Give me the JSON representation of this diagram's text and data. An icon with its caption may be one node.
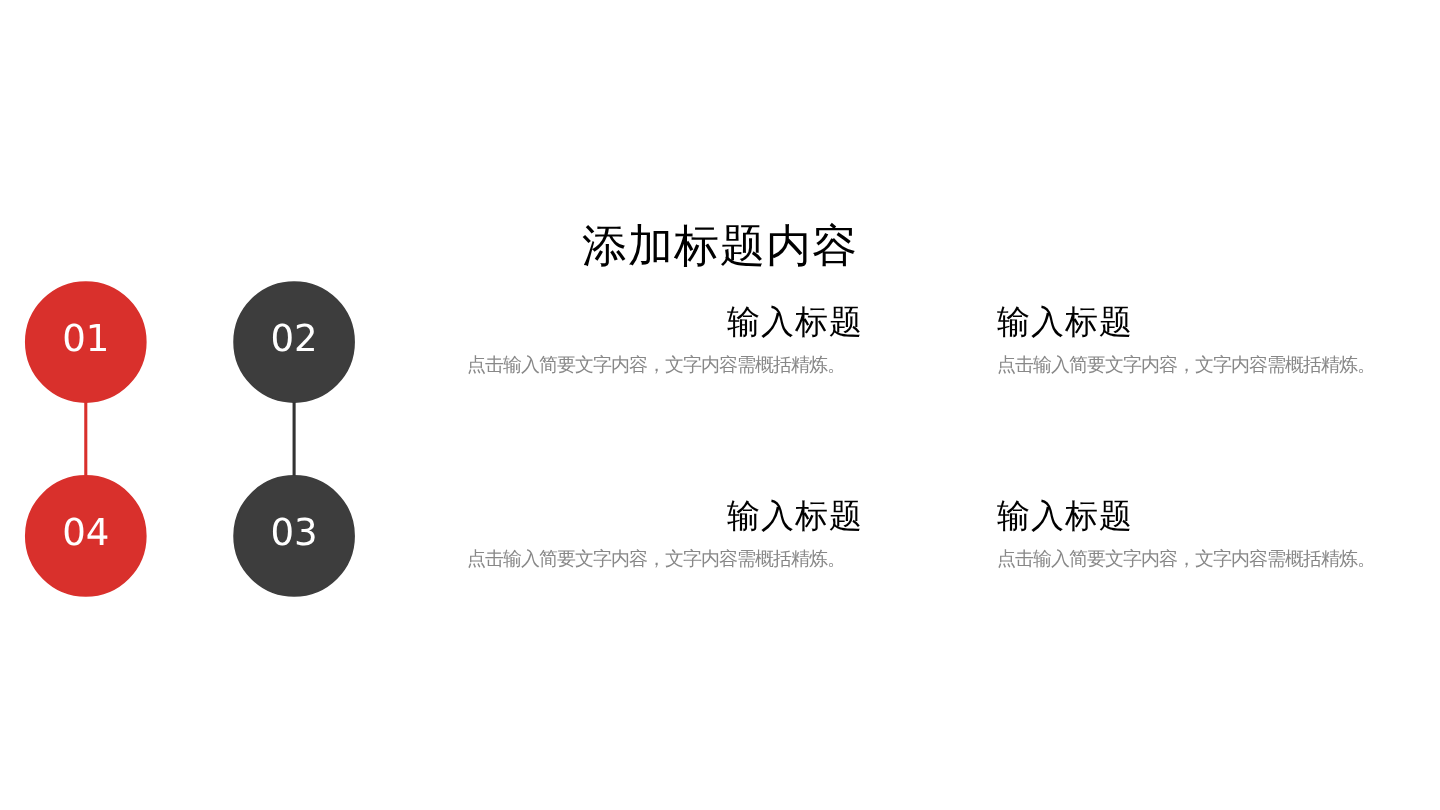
{
  "diagram": {
    "title": "添加标题内容",
    "nodes": [
      {
        "text": [
          "01"
        ]
      },
      {
        "text": [
          "02"
        ]
      },
      {
        "text": [
          "03"
        ]
      },
      {
        "text": [
          "04"
        ]
      }
    ],
    "edges": [
      {
        "from": 0,
        "to": 3,
        "arrow": "none",
        "color": "#d9302c"
      },
      {
        "from": 1,
        "to": 2,
        "arrow": "none",
        "color": "#333333"
      }
    ],
    "labels": [
      "输入标题",
      "点击输入简要文字内容，文字内容需概括精炼。",
      "输入标题",
      "点击输入简要文字内容，文字内容需概括精炼。",
      "输入标题",
      "点击输入简要文字内容，文字内容需概括精炼。",
      "输入标题",
      "点击输入简要文字内容，文字内容需概括精炼。"
    ]
  }
}
